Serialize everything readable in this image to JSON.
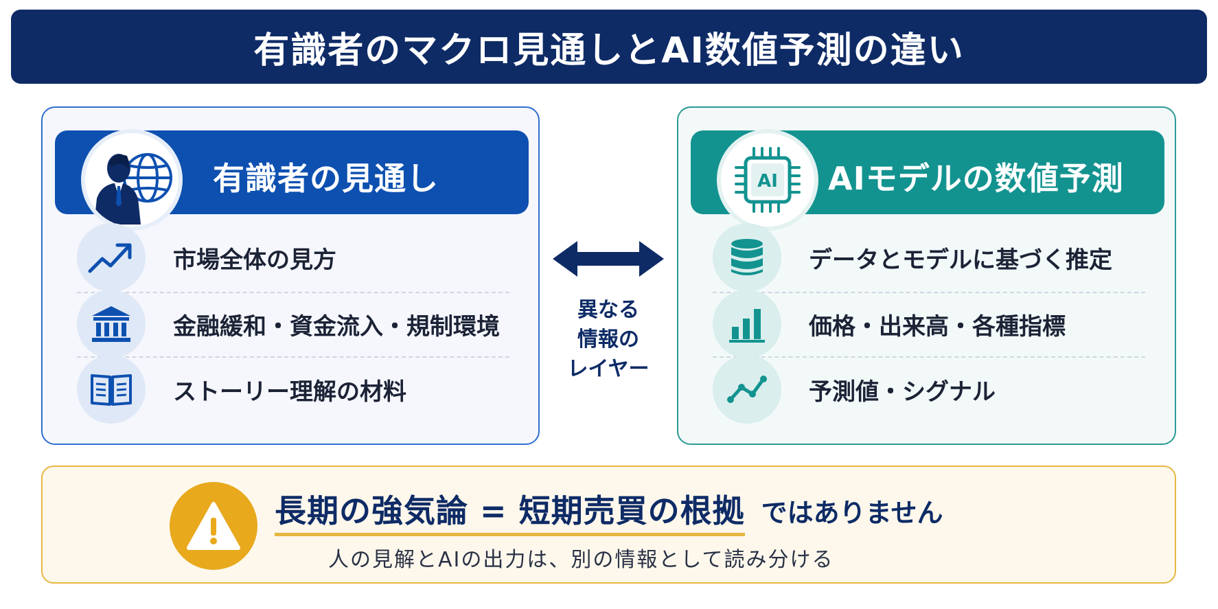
{
  "title": "有識者のマクロ見通しとAI数値予測の違い",
  "left_panel": {
    "header": "有識者の見通し",
    "avatar_icon": "person-globe-icon",
    "items": [
      {
        "label": "市場全体の見方",
        "icon": "trend-up-icon"
      },
      {
        "label": "金融緩和・資金流入・規制環境",
        "icon": "bank-icon"
      },
      {
        "label": "ストーリー理解の材料",
        "icon": "book-icon"
      }
    ]
  },
  "middle": {
    "icon": "double-arrow-icon",
    "lines": [
      "異なる",
      "情報の",
      "レイヤー"
    ]
  },
  "right_panel": {
    "header": "AIモデルの数値予測",
    "avatar_icon": "ai-chip-icon",
    "chip_text": "AI",
    "items": [
      {
        "label": "データとモデルに基づく推定",
        "icon": "database-icon"
      },
      {
        "label": "価格・出来高・各種指標",
        "icon": "bar-chart-icon"
      },
      {
        "label": "予測値・シグナル",
        "icon": "line-chart-icon"
      }
    ]
  },
  "warning": {
    "icon": "warning-icon",
    "headline": "長期の強気論 = 短期売買の根拠",
    "headline_suffix": "ではありません",
    "subtext": "人の見解とAIの出力は、別の情報として読み分ける"
  },
  "colors": {
    "navy": "#0e2b66",
    "blue": "#0d50b0",
    "teal": "#139390",
    "amber": "#e8a91d"
  }
}
